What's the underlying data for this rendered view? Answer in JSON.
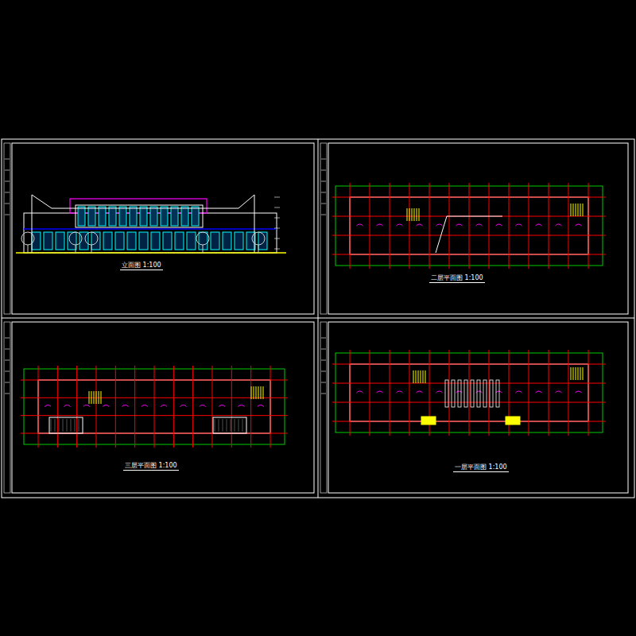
{
  "diagram": {
    "labels": [
      "立面图 1:100",
      "二层平面图 1:100",
      "三层平面图 1:100",
      "一层平面图 1:100"
    ]
  }
}
